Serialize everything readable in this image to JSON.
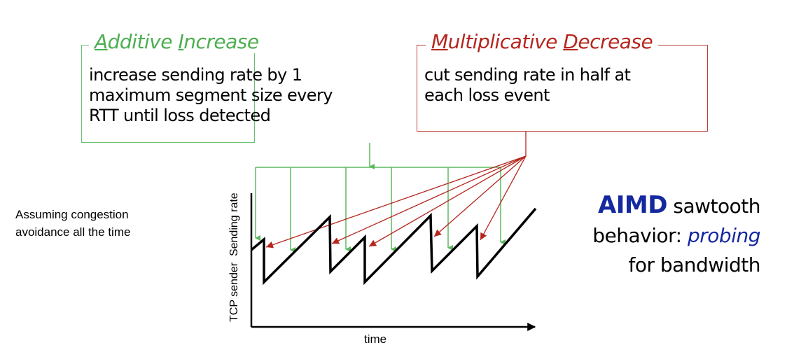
{
  "additive": {
    "title_first": "A",
    "title_rest1": "dditive ",
    "title_second": "I",
    "title_rest2": "ncrease",
    "lines": [
      "increase sending rate by 1",
      "maximum segment size every",
      "RTT until loss detected"
    ]
  },
  "multiplicative": {
    "title_first": "M",
    "title_rest1": "ultiplicative ",
    "title_second": "D",
    "title_rest2": "ecrease",
    "lines": [
      "cut sending rate in half at",
      "each loss event"
    ]
  },
  "note": "Assuming congestion avoidance all the time",
  "aimd": {
    "bold": "AIMD",
    "line1_rest": " sawtooth",
    "line2_pre": "behavior: ",
    "line2_em": "probing",
    "line3": "for bandwidth"
  },
  "chart": {
    "ylabel": "TCP sender  Sending rate",
    "xlabel": "time"
  },
  "colors": {
    "green": "#5cb85f",
    "red": "#b5261e",
    "blue": "#1428a0"
  }
}
